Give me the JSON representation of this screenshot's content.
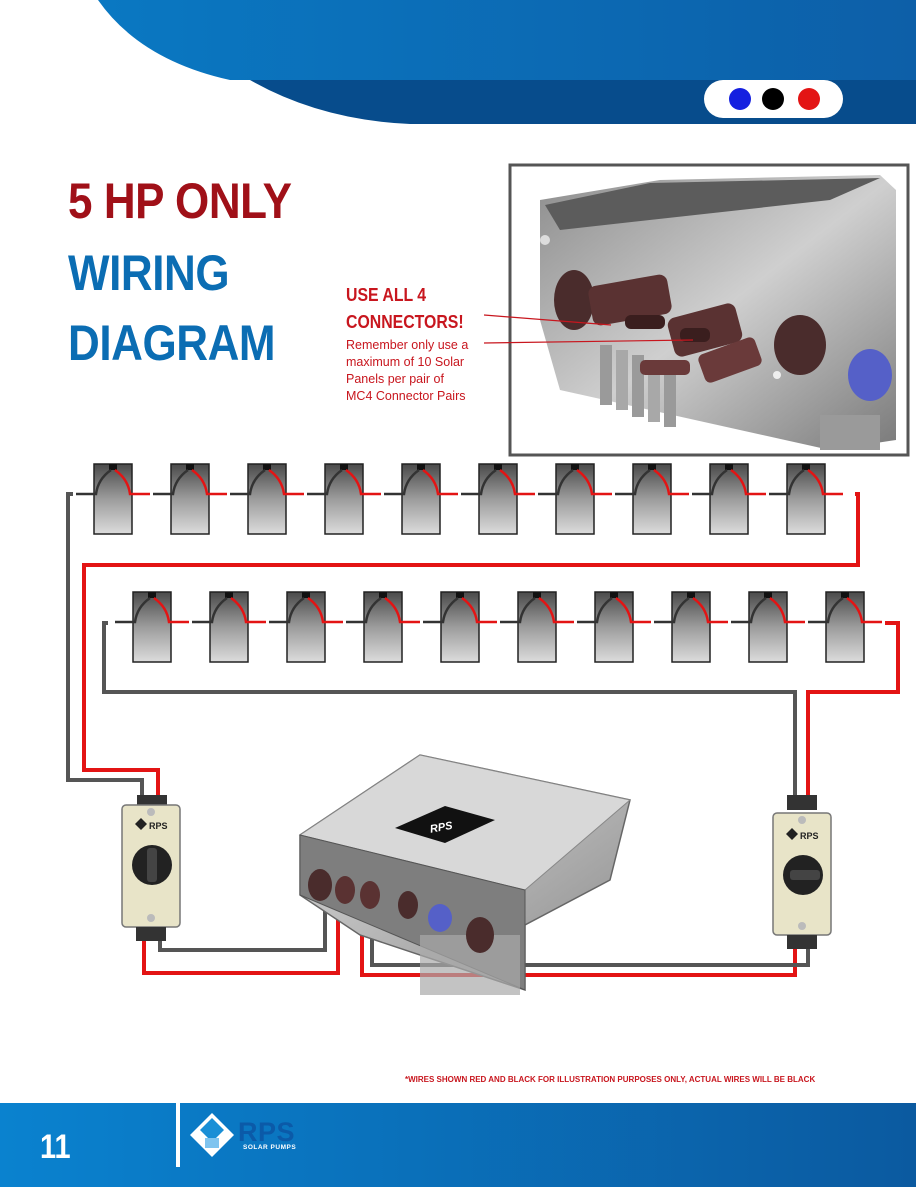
{
  "title": {
    "line1": "5 HP ONLY",
    "line2": "WIRING",
    "line3": "DIAGRAM"
  },
  "callout": {
    "heading_line1": "USE ALL 4",
    "heading_line2": "CONNECTORS!",
    "text_lines": [
      "Remember only use a",
      "maximum of 10 Solar",
      "Panels per pair of",
      "MC4 Connector Pairs"
    ]
  },
  "inverter_logo": "RPS",
  "disconnect_logo": "RPS",
  "footnote": "*WIRES SHOWN RED AND BLACK FOR ILLUSTRATION PURPOSES ONLY, ACTUAL WIRES WILL BE BLACK",
  "footer": {
    "page_number": "11",
    "brand_name": "RPS",
    "brand_sub": "SOLAR PUMPS"
  },
  "dots": [
    "#1520e0",
    "#000000",
    "#e31414"
  ],
  "colors": {
    "header_blue": "#0b6db3",
    "header_dark": "#074c8c",
    "wire_red": "#e31414",
    "wire_black": "#555555"
  }
}
